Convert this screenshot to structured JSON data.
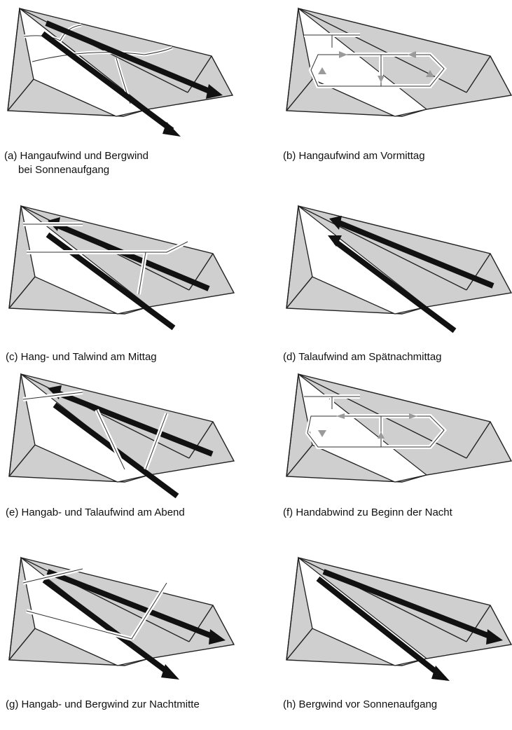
{
  "panels": [
    {
      "caption": "(a)  Hangaufwind und Bergwind",
      "caption_line2": "bei Sonnenaufgang"
    },
    {
      "caption": "(b)  Hangaufwind am Vormittag"
    },
    {
      "caption": "(c)  Hang- und Talwind am Mittag"
    },
    {
      "caption": "(d)  Talaufwind am Spätnachmittag"
    },
    {
      "caption": "(e)  Hangab- und Talaufwind am Abend"
    },
    {
      "caption": "(f)  Handabwind zu Beginn der Nacht"
    },
    {
      "caption": "(g)  Hangab- und Bergwind zur Nachtmitte"
    },
    {
      "caption": "(h)  Bergwind vor Sonnenaufgang"
    }
  ],
  "colors": {
    "shade": "#cfcfcf",
    "dark_arrow": "#111111",
    "line": "#222222",
    "light_arrow": "#ffffff"
  }
}
